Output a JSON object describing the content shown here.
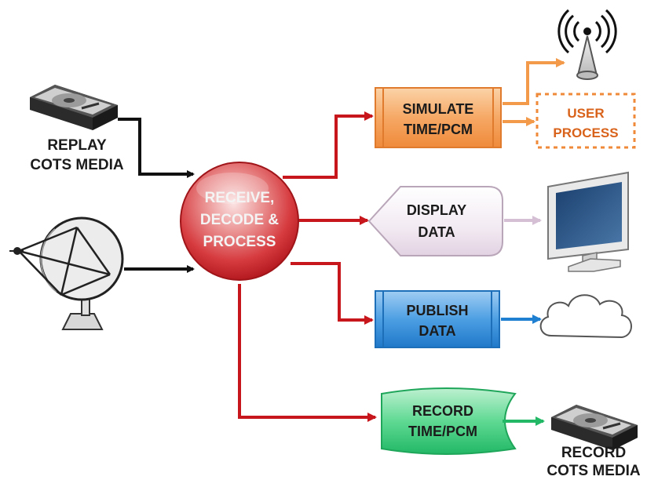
{
  "sources": {
    "replay_media": {
      "line1": "REPLAY",
      "line2": "COTS MEDIA"
    }
  },
  "hub": {
    "line1": "RECEIVE,",
    "line2": "DECODE &",
    "line3": "PROCESS"
  },
  "outputs": {
    "simulate": {
      "line1": "SIMULATE",
      "line2": "TIME/PCM"
    },
    "user_process": {
      "line1": "USER",
      "line2": "PROCESS"
    },
    "display": {
      "line1": "DISPLAY",
      "line2": "DATA"
    },
    "publish": {
      "line1": "PUBLISH",
      "line2": "DATA"
    },
    "record": {
      "line1": "RECORD",
      "line2": "TIME/PCM"
    },
    "record_media": {
      "line1": "RECORD",
      "line2": "COTS MEDIA"
    }
  },
  "colors": {
    "input_arrows": "#111111",
    "hub_arrows": "#c8161d",
    "simulate": "#f3a15b",
    "display_arrow": "#d8c4d8",
    "publish": "#2e86cf",
    "record": "#2bbf6b"
  },
  "icons": [
    "hard-drive-icon",
    "satellite-dish-icon",
    "antenna-icon",
    "monitor-icon",
    "cloud-icon"
  ]
}
